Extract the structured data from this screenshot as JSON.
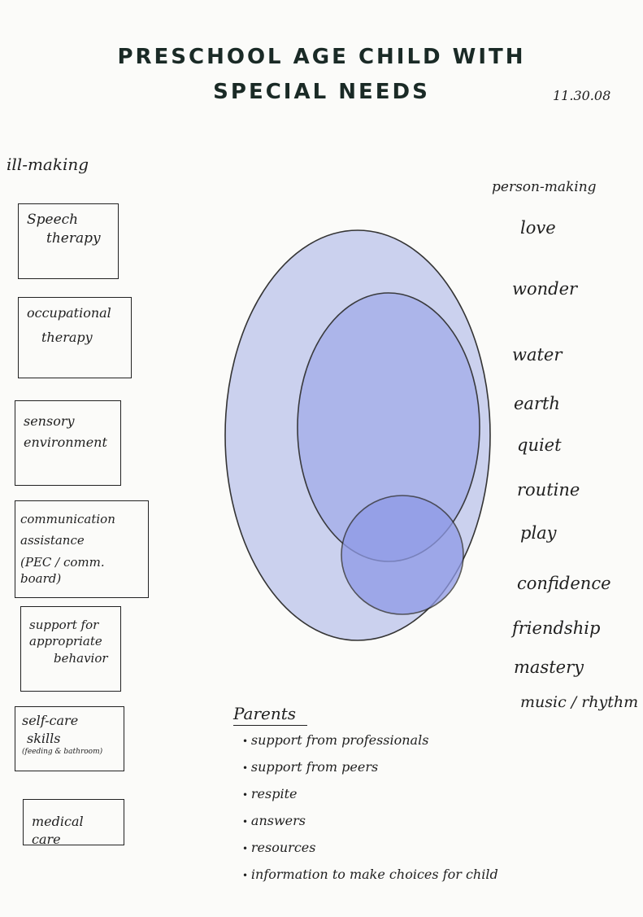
{
  "title": {
    "line1": "PRESCHOOL AGE CHILD WITH",
    "line2": "SPECIAL NEEDS",
    "date": "11.30.08"
  },
  "left_column": {
    "header": "ill-making",
    "boxes": [
      {
        "lines": [
          "Speech",
          "therapy"
        ]
      },
      {
        "lines": [
          "occupational",
          "therapy"
        ]
      },
      {
        "lines": [
          "sensory",
          "environment"
        ]
      },
      {
        "lines": [
          "communication",
          "assistance",
          "(PEC / comm. board)"
        ]
      },
      {
        "lines": [
          "support for",
          "appropriate",
          "behavior"
        ]
      },
      {
        "lines": [
          "self-care",
          "skills"
        ],
        "note": "(feeding & bathroom)"
      },
      {
        "lines": [
          "medical care"
        ]
      }
    ]
  },
  "right_column": {
    "header": "person-making",
    "words": [
      "love",
      "wonder",
      "water",
      "earth",
      "quiet",
      "routine",
      "play",
      "confidence",
      "friendship",
      "mastery",
      "music / rhythm"
    ]
  },
  "parents": {
    "title": "Parents",
    "items": [
      "support from professionals",
      "support from peers",
      "respite",
      "answers",
      "resources",
      "information to make choices for child"
    ]
  },
  "colors": {
    "fill_outer": "#c9cfee",
    "fill_middle": "#a9b2ea",
    "fill_inner": "#8e99e6",
    "ink": "#222222"
  }
}
